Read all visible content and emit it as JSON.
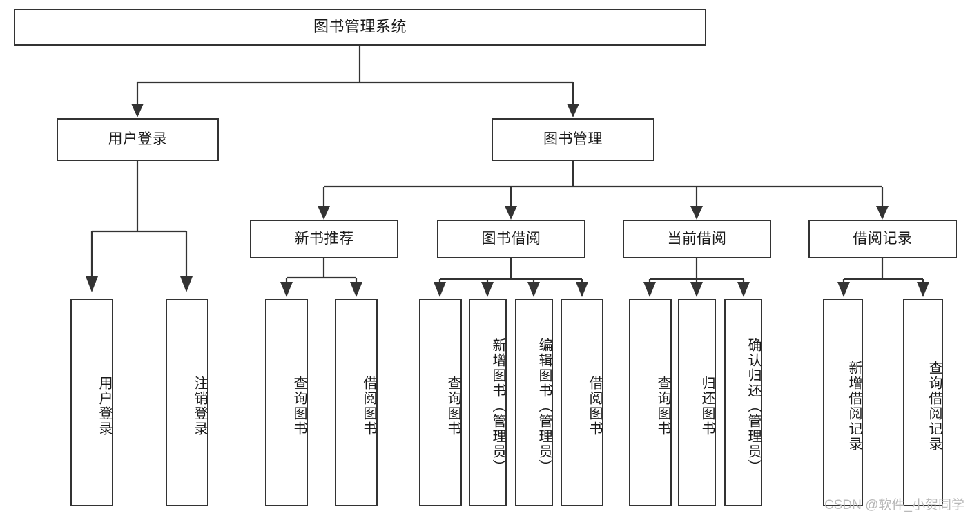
{
  "diagram": {
    "title": "图书管理系统",
    "type": "tree",
    "watermark": "CSDN @软件_小贺同学",
    "colors": {
      "box_border": "#333333",
      "box_fill": "#ffffff",
      "text": "#1a1a1a",
      "connector": "#333333",
      "watermark": "#b9b9b9",
      "background": "#ffffff"
    },
    "root": {
      "label": "图书管理系统"
    },
    "level2": [
      {
        "label": "用户登录"
      },
      {
        "label": "图书管理"
      }
    ],
    "level3": [
      {
        "label": "新书推荐"
      },
      {
        "label": "图书借阅"
      },
      {
        "label": "当前借阅"
      },
      {
        "label": "借阅记录"
      }
    ],
    "leaves": {
      "user_login": [
        {
          "label": "用户登录"
        },
        {
          "label": "注销登录"
        }
      ],
      "new_book": [
        {
          "label": "查询图书"
        },
        {
          "label": "借阅图书"
        }
      ],
      "book_borrow": [
        {
          "label": "查询图书"
        },
        {
          "label": "新增图书（管理员）"
        },
        {
          "label": "编辑图书（管理员）"
        },
        {
          "label": "借阅图书"
        }
      ],
      "current_borrow": [
        {
          "label": "查询图书"
        },
        {
          "label": "归还图书"
        },
        {
          "label": "确认归还（管理员）"
        }
      ],
      "borrow_record": [
        {
          "label": "新增借阅记录"
        },
        {
          "label": "查询借阅记录"
        }
      ]
    }
  }
}
